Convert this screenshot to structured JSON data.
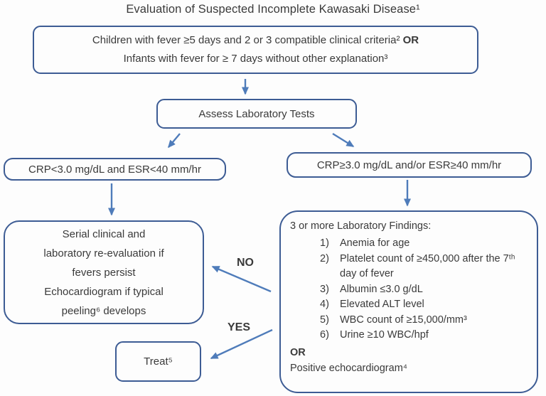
{
  "title": "Evaluation of Suspected Incomplete Kawasaki Disease¹",
  "colors": {
    "border": "#3d5c94",
    "arrow": "#4f7cba",
    "text": "#3a3a3a"
  },
  "top_box": {
    "line1": "Children with fever ≥5 days and 2 or 3 compatible clinical criteria²",
    "or_label": "OR",
    "line2": "Infants with fever for ≥ 7 days without other explanation³"
  },
  "assess_box": {
    "label": "Assess Laboratory Tests"
  },
  "left_criteria": {
    "label": "CRP<3.0 mg/dL and ESR<40 mm/hr"
  },
  "right_criteria": {
    "label": "CRP≥3.0 mg/dL and/or ESR≥40 mm/hr"
  },
  "left_outcome": {
    "lines": [
      "Serial clinical and",
      "laboratory re-evaluation if",
      "fevers persist",
      "Echocardiogram if typical",
      "peeling⁶ develops"
    ]
  },
  "right_findings": {
    "heading": "3 or more Laboratory Findings:",
    "numbers": [
      "1)",
      "2)",
      "3)",
      "4)",
      "5)",
      "6)"
    ],
    "items": [
      "Anemia for age",
      "Platelet count of ≥450,000 after the 7ᵗʰ day of fever",
      "Albumin ≤3.0 g/dL",
      "Elevated ALT level",
      "WBC count of ≥15,000/mm³",
      "Urine ≥10 WBC/hpf"
    ],
    "or_label": "OR",
    "footer": "Positive echocardiogram⁴"
  },
  "edges": {
    "no_label": "NO",
    "yes_label": "YES"
  },
  "treat_box": {
    "label": "Treat⁵"
  }
}
